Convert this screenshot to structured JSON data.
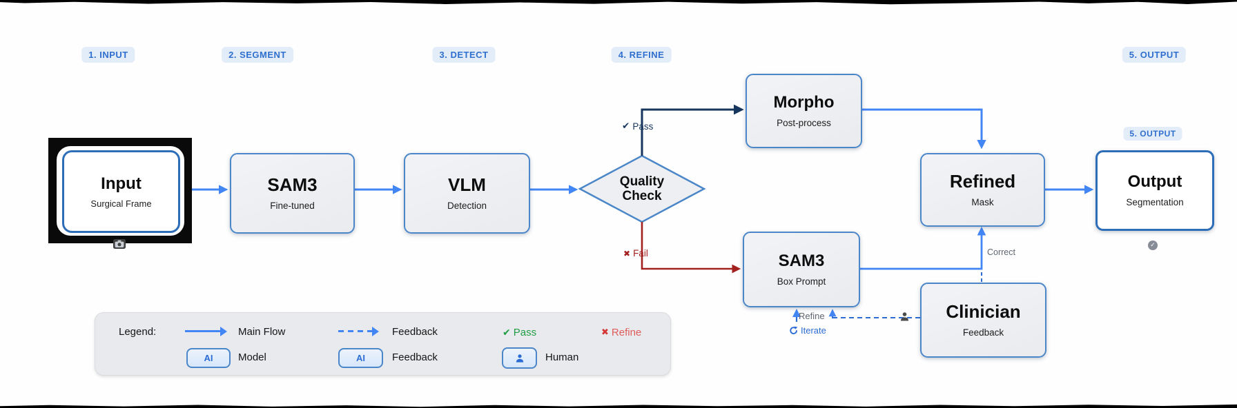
{
  "steps": [
    "1. INPUT",
    "2. SEGMENT",
    "3. DETECT",
    "4. REFINE",
    "5. OUTPUT"
  ],
  "output_pill_2": "5. OUTPUT",
  "nodes": {
    "input": {
      "title": "Input",
      "subtitle": "Surgical Frame"
    },
    "sam3_seg": {
      "title": "SAM3",
      "subtitle": "Fine-tuned"
    },
    "vlm": {
      "title": "VLM",
      "subtitle": "Detection"
    },
    "quality_check": {
      "line1": "Quality",
      "line2": "Check"
    },
    "morpho": {
      "title": "Morpho",
      "subtitle": "Post-process"
    },
    "sam3_box": {
      "title": "SAM3",
      "subtitle": "Box Prompt"
    },
    "refined": {
      "title": "Refined",
      "subtitle": "Mask"
    },
    "clinician": {
      "title": "Clinician",
      "subtitle": "Feedback"
    },
    "output": {
      "title": "Output",
      "subtitle": "Segmentation"
    }
  },
  "edge_labels": {
    "pass": "Pass",
    "fail": "Fail",
    "correct": "Correct",
    "refine": "Refine",
    "iterate": "Iterate"
  },
  "glyphs": {
    "check": "✔",
    "cross": "✖",
    "small_check": "✓"
  },
  "legend": {
    "title": "Legend:",
    "main_flow": "Main Flow",
    "feedback_arrow": "Feedback",
    "pass": "Pass",
    "refine": "Refine",
    "ai_chip": "AI",
    "model": "Model",
    "feedback_chip": "Feedback",
    "human": "Human"
  },
  "colors": {
    "main_blue": "#4285f4",
    "border_blue": "#4a86c8",
    "navy": "#17365d",
    "fail_red": "#a32020",
    "pass_green": "#1f9d44",
    "legend_red": "#d43535"
  }
}
